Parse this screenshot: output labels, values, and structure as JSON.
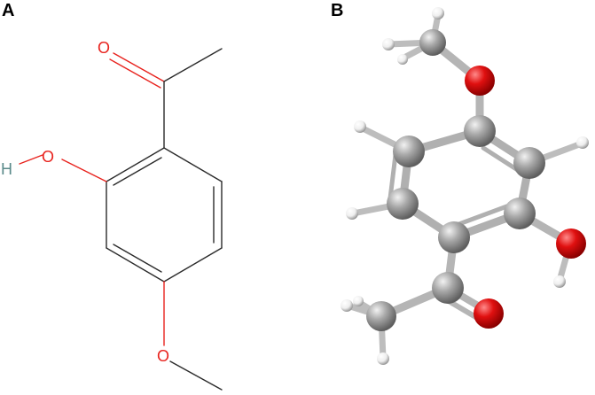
{
  "panels": {
    "a": {
      "label": "A"
    },
    "b": {
      "label": "B"
    }
  },
  "atoms_2d": {
    "carbonyl_oxygen": "O",
    "hydroxyl_oxygen": "O",
    "hydroxyl_hydrogen": "H",
    "methoxy_oxygen": "O"
  },
  "colors": {
    "bond": "#2b2b2b",
    "oxygen": "#e8231e",
    "hydrogen_label": "#5a8a8a",
    "carbon_3d": "#8f8f8f",
    "hydrogen_3d": "#f2f2f2",
    "oxygen_3d": "#e01010"
  }
}
